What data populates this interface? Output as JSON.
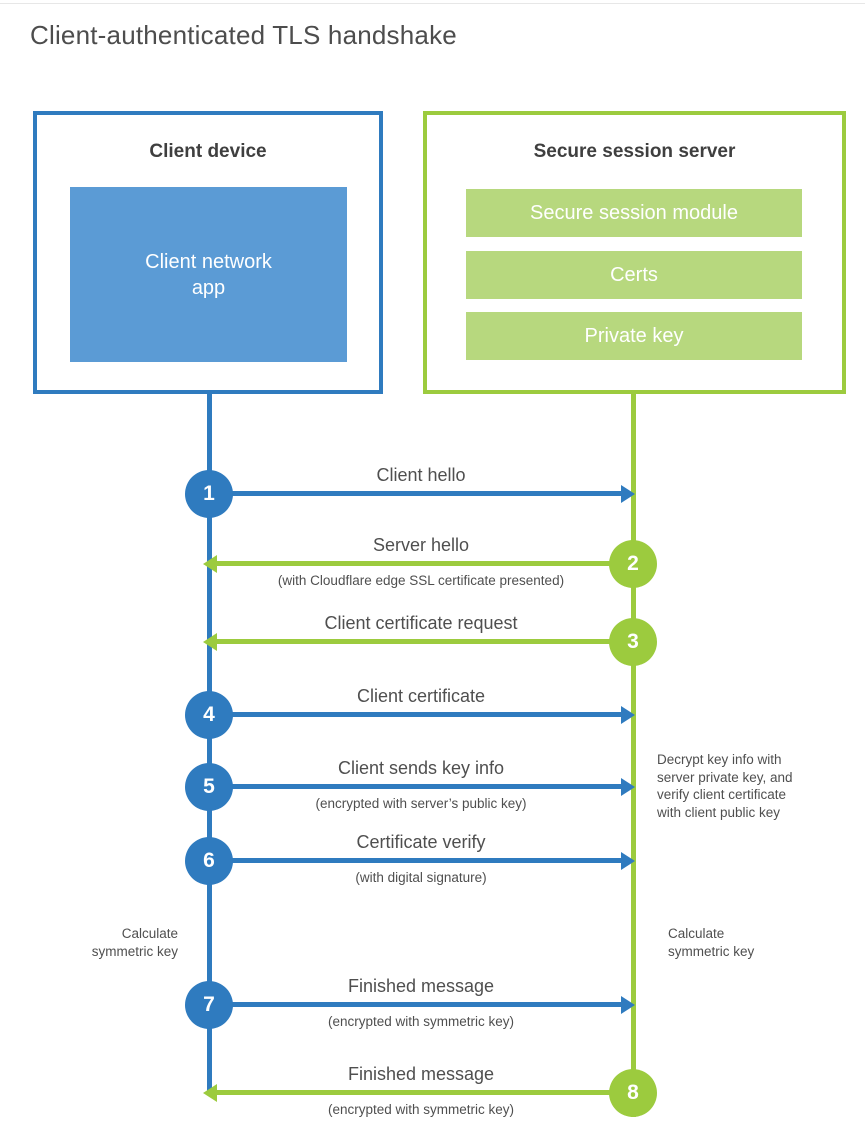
{
  "page": {
    "title": "Client-authenticated TLS handshake"
  },
  "colors": {
    "client_accent": "#2f7bbf",
    "client_fill": "#5b9bd5",
    "server_accent": "#9ccb3e",
    "server_fill": "#b7d87e",
    "heading_text": "#3f3f3f",
    "body_text": "#4f4f4f"
  },
  "client": {
    "title": "Client device",
    "app_label": "Client network\napp"
  },
  "server": {
    "title": "Secure session server",
    "modules": [
      "Secure session module",
      "Certs",
      "Private key"
    ]
  },
  "messages": [
    {
      "step": "1",
      "label": "Client hello",
      "sublabel": "",
      "from": "client",
      "to": "server",
      "direction": "right"
    },
    {
      "step": "2",
      "label": "Server hello",
      "sublabel": "(with Cloudflare edge SSL certificate presented)",
      "from": "server",
      "to": "client",
      "direction": "left"
    },
    {
      "step": "3",
      "label": "Client certificate request",
      "sublabel": "",
      "from": "server",
      "to": "client",
      "direction": "left"
    },
    {
      "step": "4",
      "label": "Client certificate",
      "sublabel": "",
      "from": "client",
      "to": "server",
      "direction": "right"
    },
    {
      "step": "5",
      "label": "Client sends key info",
      "sublabel": "(encrypted with server’s public key)",
      "from": "client",
      "to": "server",
      "direction": "right"
    },
    {
      "step": "6",
      "label": "Certificate verify",
      "sublabel": "(with digital signature)",
      "from": "client",
      "to": "server",
      "direction": "right"
    },
    {
      "step": "7",
      "label": "Finished message",
      "sublabel": "(encrypted with symmetric key)",
      "from": "client",
      "to": "server",
      "direction": "right"
    },
    {
      "step": "8",
      "label": "Finished message",
      "sublabel": "(encrypted with symmetric key)",
      "from": "server",
      "to": "client",
      "direction": "left"
    }
  ],
  "annotations": {
    "decrypt_note": "Decrypt key info with\nserver private key, and\nverify client certificate\nwith client public key",
    "calc_left": "Calculate\nsymmetric key",
    "calc_right": "Calculate\nsymmetric key"
  }
}
